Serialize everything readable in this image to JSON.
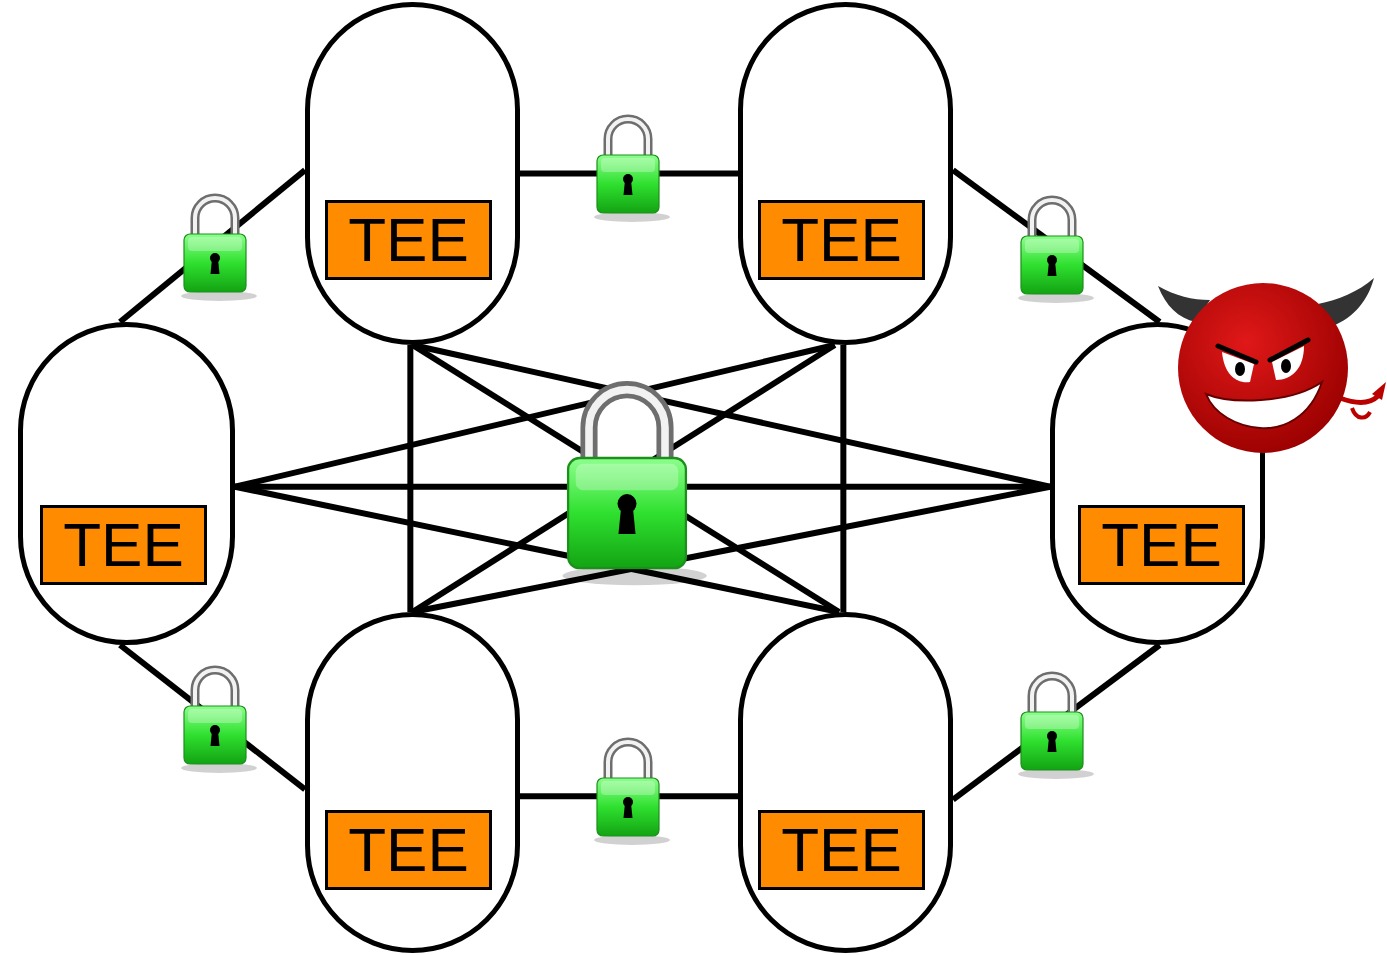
{
  "diagram": {
    "nodes": [
      {
        "text": [
          "TEE"
        ]
      },
      {
        "text": [
          "TEE"
        ]
      },
      {
        "text": [
          "TEE"
        ]
      },
      {
        "text": [
          "TEE"
        ]
      },
      {
        "text": [
          "TEE"
        ]
      },
      {
        "text": [
          "TEE"
        ]
      }
    ],
    "edges": [
      {
        "from": 0,
        "to": 1,
        "arrow": "none"
      },
      {
        "from": 0,
        "to": 2,
        "arrow": "none"
      },
      {
        "from": 1,
        "to": 3,
        "arrow": "none"
      },
      {
        "from": 2,
        "to": 4,
        "arrow": "none"
      },
      {
        "from": 4,
        "to": 5,
        "arrow": "none"
      },
      {
        "from": 3,
        "to": 5,
        "arrow": "none"
      },
      {
        "from": 0,
        "to": 4,
        "arrow": "none"
      },
      {
        "from": 1,
        "to": 5,
        "arrow": "none"
      },
      {
        "from": 0,
        "to": 5,
        "arrow": "none"
      },
      {
        "from": 1,
        "to": 4,
        "arrow": "none"
      },
      {
        "from": 2,
        "to": 3,
        "arrow": "none"
      },
      {
        "from": 0,
        "to": 3,
        "arrow": "none"
      },
      {
        "from": 1,
        "to": 2,
        "arrow": "none"
      },
      {
        "from": 2,
        "to": 5,
        "arrow": "none"
      },
      {
        "from": 3,
        "to": 4,
        "arrow": "none"
      }
    ]
  }
}
